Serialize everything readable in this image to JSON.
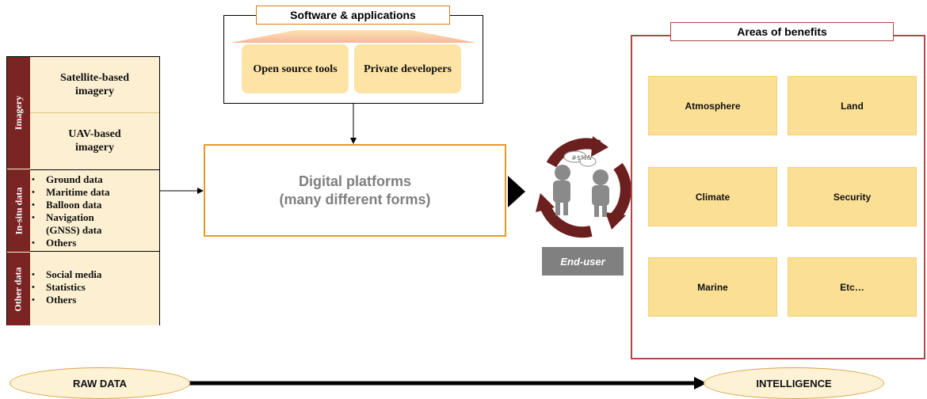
{
  "left_panel": {
    "imagery": {
      "label": "Imagery",
      "items": [
        "Satellite-based imagery",
        "UAV-based imagery"
      ]
    },
    "insitu": {
      "label": "In-situ data",
      "items": [
        "Ground data",
        "Maritime data",
        "Balloon data",
        "Navigation (GNSS) data",
        "Others"
      ]
    },
    "other": {
      "label": "Other data",
      "items": [
        "Social media",
        "Statistics",
        "Others"
      ]
    }
  },
  "software": {
    "title": "Software & applications",
    "tools": [
      "Open source tools",
      "Private developers"
    ]
  },
  "digital_platforms": {
    "line1": "Digital platforms",
    "line2": "(many different forms)"
  },
  "end_user": {
    "label": "End-user"
  },
  "benefits": {
    "title": "Areas of benefits",
    "items": [
      "Atmosphere",
      "Land",
      "Climate",
      "Security",
      "Marine",
      "Etc…"
    ]
  },
  "flow": {
    "start": "RAW DATA",
    "end": "INTELLIGENCE"
  },
  "colors": {
    "dark_red": "#7a2424",
    "orange": "#e59a25",
    "light_yellow": "#fbdf94",
    "grey": "#808080"
  }
}
